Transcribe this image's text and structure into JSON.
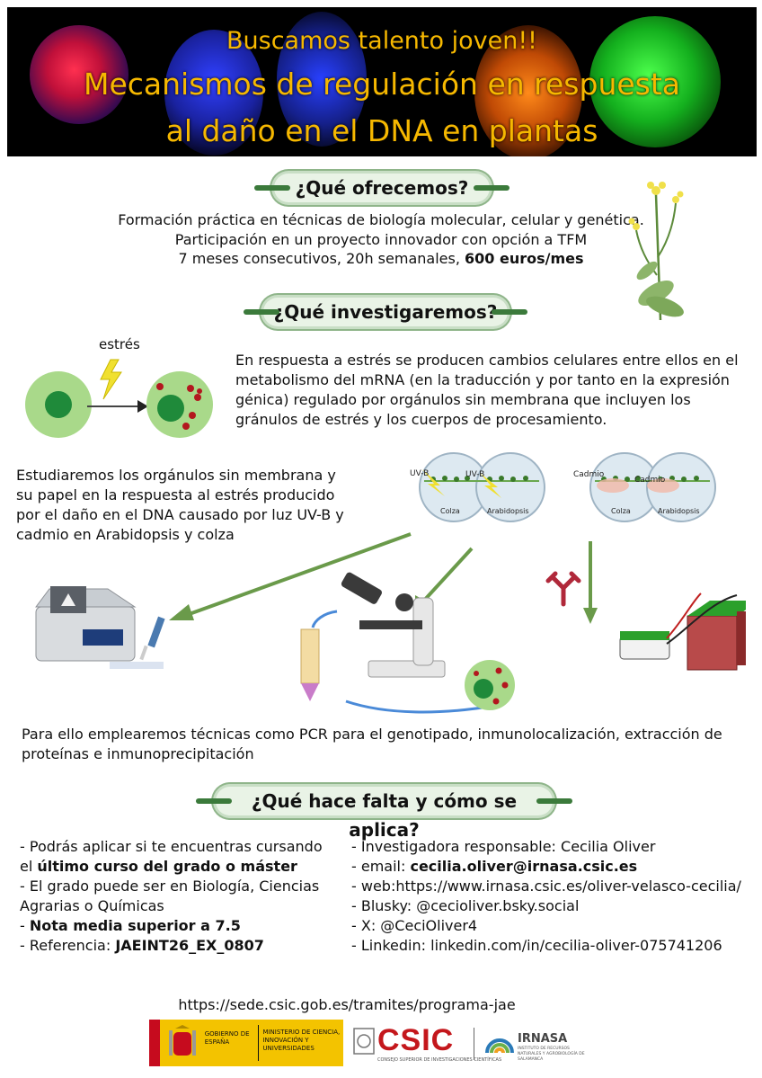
{
  "banner": {
    "line1": "Buscamos talento joven!!",
    "line2": "Mecanismos de regulación en respuesta",
    "line3": "al daño en el DNA en plantas"
  },
  "offer": {
    "heading": "¿Qué ofrecemos?",
    "line1": "Formación práctica en técnicas de biología molecular, celular y genética.",
    "line2": "Participación en un proyecto innovador con opción a TFM",
    "line3_pre": "7 meses consecutivos, 20h semanales, ",
    "line3_bold": "600 euros/mes"
  },
  "research": {
    "heading": "¿Qué investigaremos?",
    "stress_label": "estrés",
    "paragraph": "En respuesta a estrés se producen cambios celulares entre ellos en el metabolismo del mRNA (en la traducción y por tanto en la expresión génica) regulado por orgánulos sin membrana que incluyen los gránulos de estrés y los cuerpos de procesamiento.",
    "study": "Estudiaremos los orgánulos sin membrana y su papel en la respuesta al estrés producido por el daño en el DNA causado por luz UV-B y cadmio en Arabidopsis y colza"
  },
  "plates": {
    "uvb1": "UV-B",
    "uvb2": "UV-B",
    "cad1": "Cadmio",
    "cad2": "Cadmio",
    "colza": "Colza",
    "arabidopsis": "Arabidopsis"
  },
  "techniques": "Para ello emplearemos técnicas como PCR para el genotipado, inmunolocalización, extracción de proteínas e inmunoprecipitación",
  "apply": {
    "heading": "¿Qué hace falta y cómo se aplica?",
    "req1": "- Podrás aplicar si te encuentras cursando",
    "req2_pre": "el ",
    "req2_bold": "último curso del grado o máster",
    "req3": "- El grado puede ser en Biología, Ciencias",
    "req4": "Agrarias o Químicas",
    "req5_pre": "- ",
    "req5_bold": "Nota media superior a 7.5",
    "req6_pre": "- Referencia: ",
    "req6_bold": "JAEINT26_EX_0807",
    "c1": "- Investigadora responsable: Cecilia Oliver",
    "c2_pre": "- email: ",
    "c2_bold": "cecilia.oliver@irnasa.csic.es",
    "c3": "- web:https://www.irnasa.csic.es/oliver-velasco-cecilia/",
    "c4": "- Blusky: @cecioliver.bsky.social",
    "c5": "- X: @CeciOliver4",
    "c6": "- Linkedin: linkedin.com/in/cecilia-oliver-075741206"
  },
  "url": "https://sede.csic.gob.es/tramites/programa-jae",
  "logos": {
    "gobierno": "GOBIERNO DE ESPAÑA",
    "ministerio": "MINISTERIO DE CIENCIA, INNOVACIÓN Y UNIVERSIDADES",
    "csic": "CSIC",
    "csic_sub": "CONSEJO SUPERIOR DE INVESTIGACIONES CIENTÍFICAS",
    "irnasa": "IRNASA",
    "irnasa_sub": "INSTITUTO DE RECURSOS NATURALES Y AGROBIOLOGÍA DE SALAMANCA"
  }
}
